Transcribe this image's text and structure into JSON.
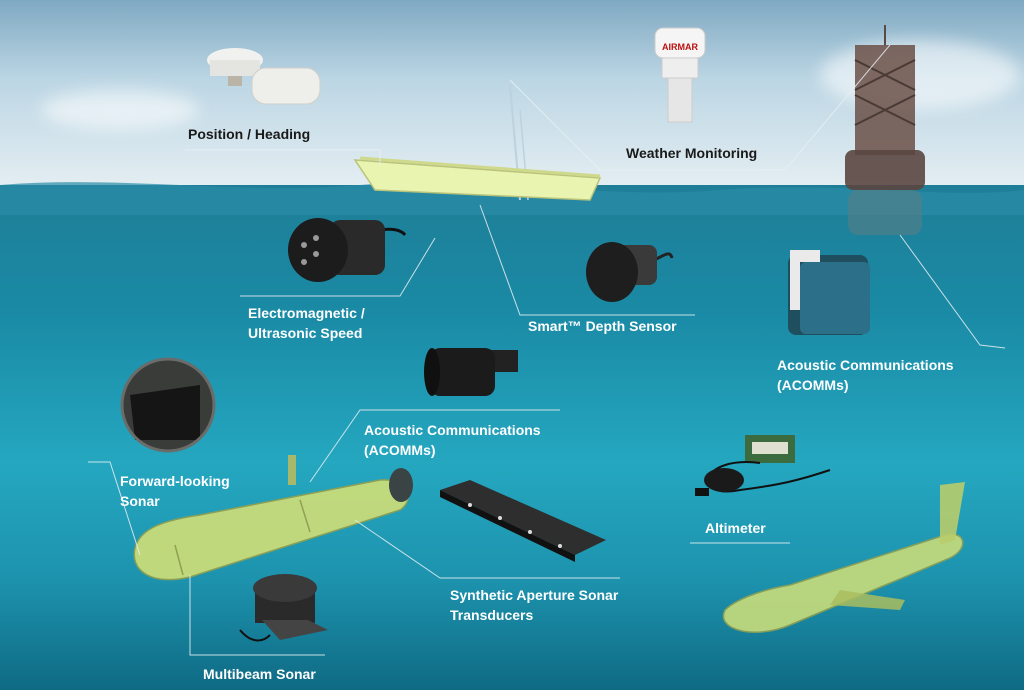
{
  "labels": {
    "position_heading": "Position / Heading",
    "weather_monitoring": "Weather Monitoring",
    "em_speed": "Electromagnetic /\nUltrasonic Speed",
    "smart_depth": "Smart™ Depth Sensor",
    "acomms_right": "Acoustic Communications\n(ACOMMs)",
    "acomms_center": "Acoustic Communications\n(ACOMMs)",
    "forward_sonar": "Forward-looking\nSonar",
    "altimeter": "Altimeter",
    "sas": "Synthetic Aperture Sonar\nTransducers",
    "multibeam": "Multibeam Sonar",
    "airmar_logo": "AIRMAR"
  },
  "colors": {
    "sky_top": "#7fa9c2",
    "sea_mid": "#25a7c0",
    "vehicle_yellow": "#d8e88a",
    "label_dark": "#1a1a1a",
    "label_light": "#ffffff"
  }
}
